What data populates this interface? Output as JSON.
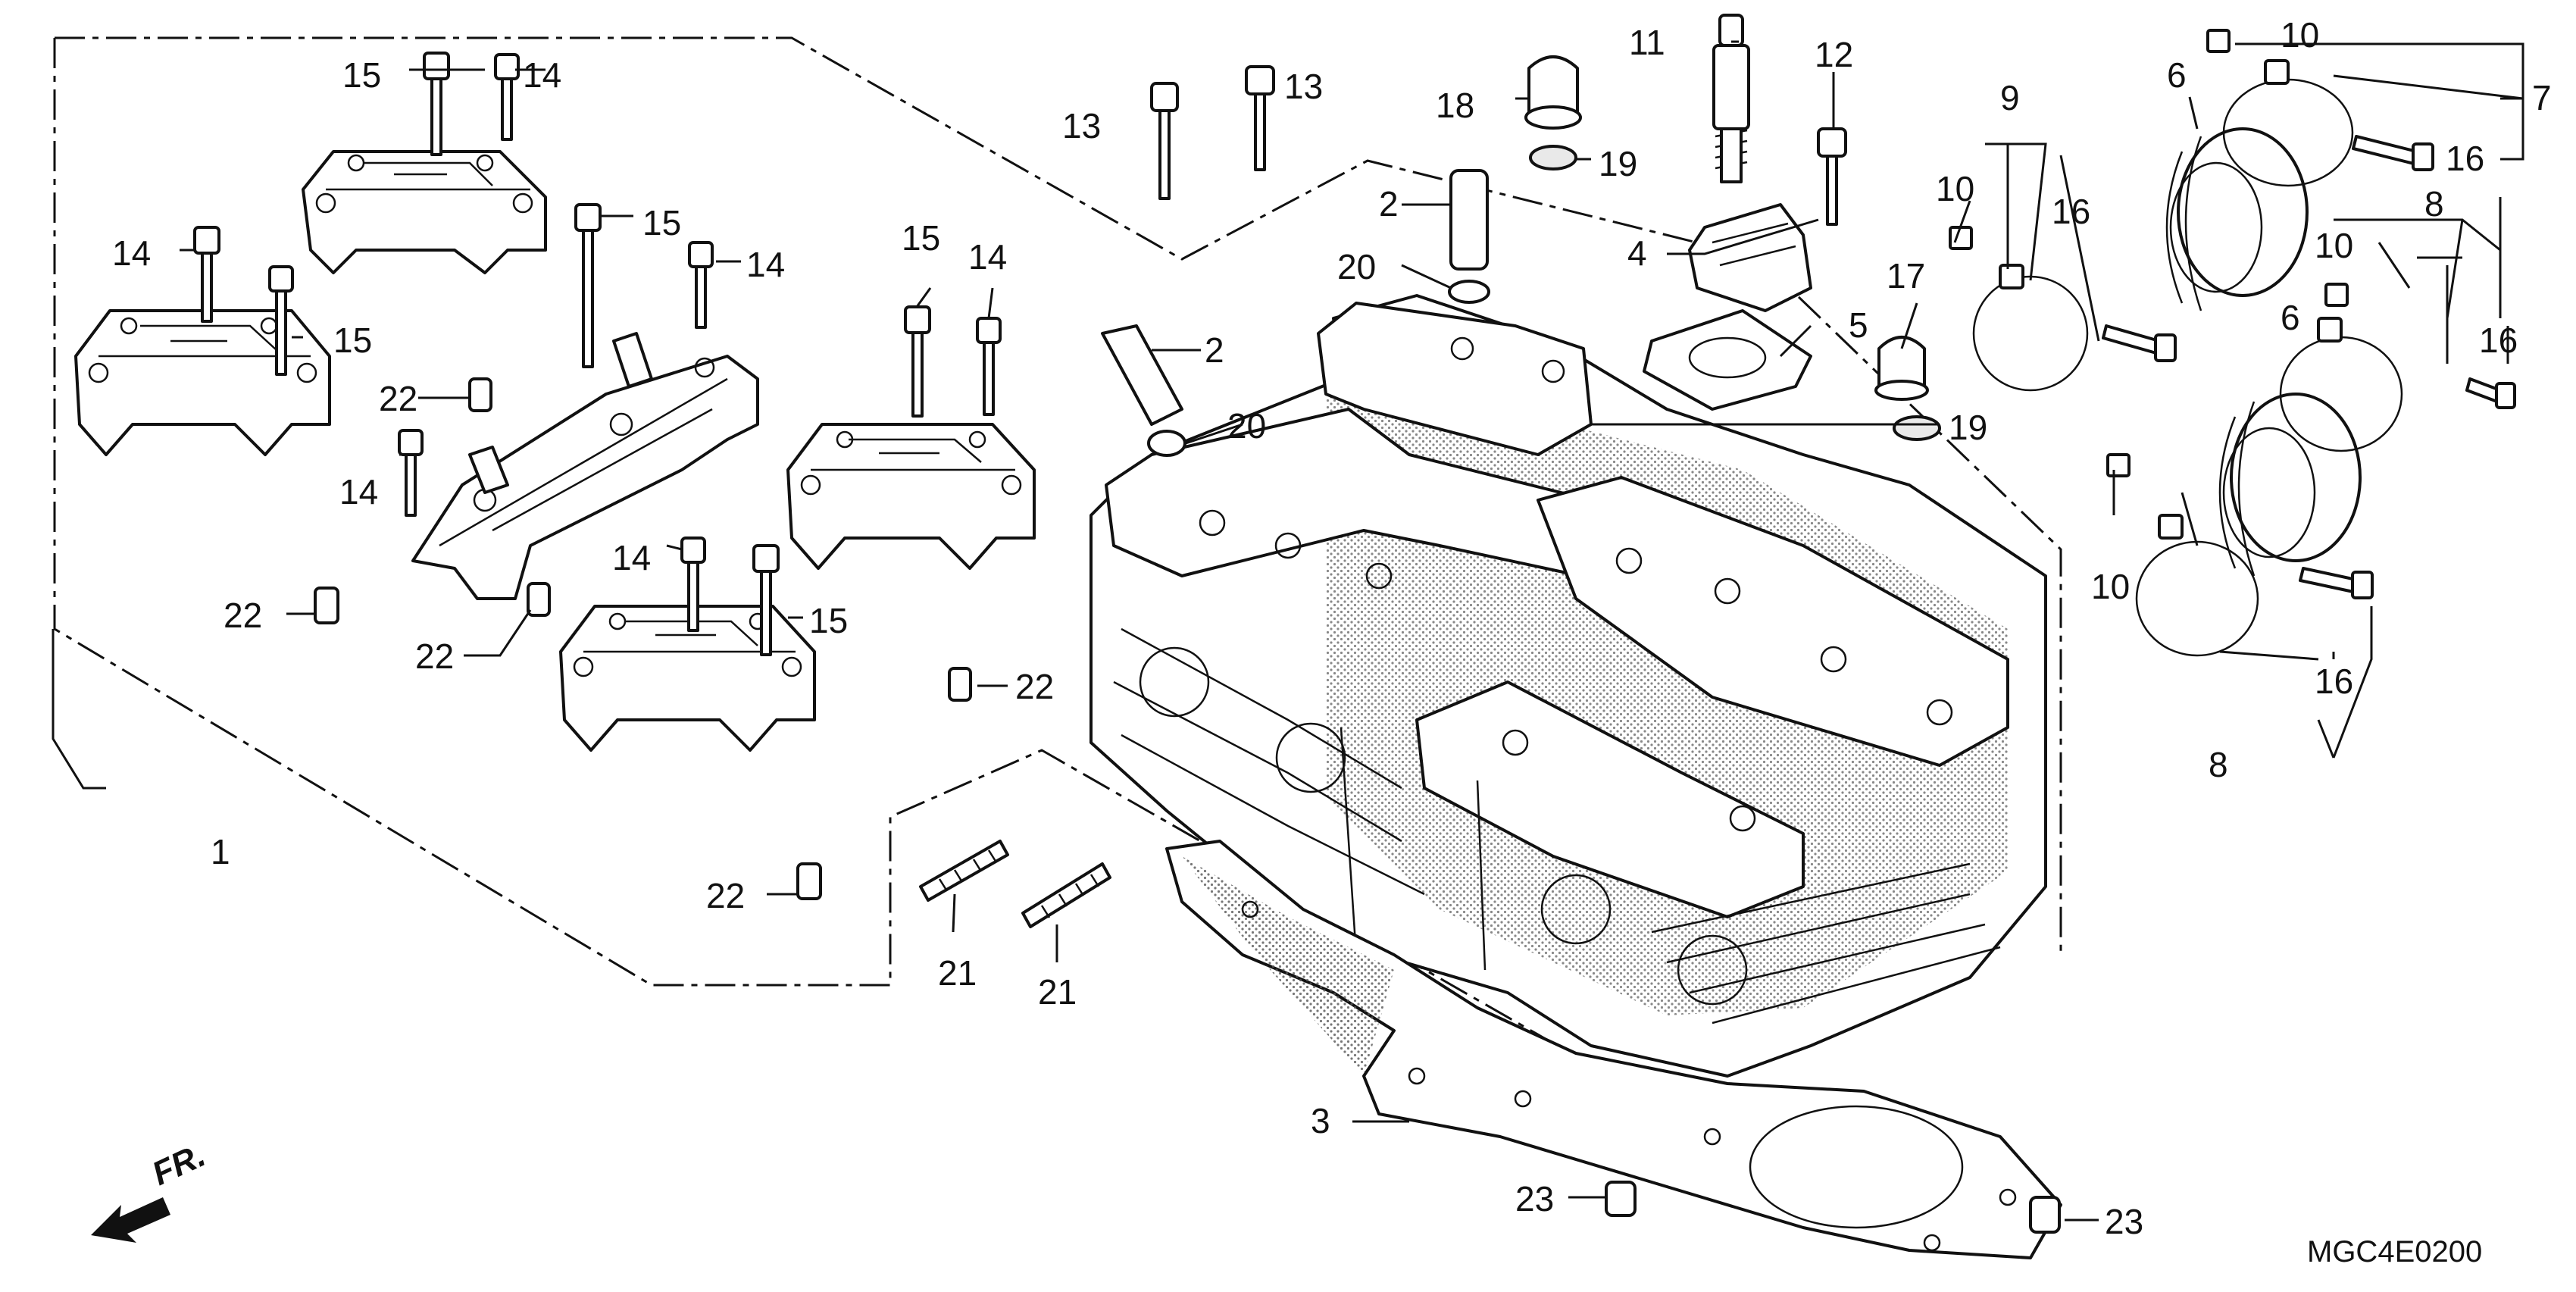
{
  "diagram": {
    "code": "MGC4E0200",
    "front_marker": "FR.",
    "callouts": [
      {
        "id": "c1",
        "label": "1"
      },
      {
        "id": "c2a",
        "label": "2"
      },
      {
        "id": "c2b",
        "label": "2"
      },
      {
        "id": "c3",
        "label": "3"
      },
      {
        "id": "c4",
        "label": "4"
      },
      {
        "id": "c5",
        "label": "5"
      },
      {
        "id": "c6a",
        "label": "6"
      },
      {
        "id": "c6b",
        "label": "6"
      },
      {
        "id": "c7",
        "label": "7"
      },
      {
        "id": "c8a",
        "label": "8"
      },
      {
        "id": "c8b",
        "label": "8"
      },
      {
        "id": "c9",
        "label": "9"
      },
      {
        "id": "c10a",
        "label": "10"
      },
      {
        "id": "c10b",
        "label": "10"
      },
      {
        "id": "c10c",
        "label": "10"
      },
      {
        "id": "c10d",
        "label": "10"
      },
      {
        "id": "c11",
        "label": "11"
      },
      {
        "id": "c12",
        "label": "12"
      },
      {
        "id": "c13a",
        "label": "13"
      },
      {
        "id": "c13b",
        "label": "13"
      },
      {
        "id": "c14a",
        "label": "14"
      },
      {
        "id": "c14b",
        "label": "14"
      },
      {
        "id": "c14c",
        "label": "14"
      },
      {
        "id": "c14d",
        "label": "14"
      },
      {
        "id": "c14e",
        "label": "14"
      },
      {
        "id": "c14f",
        "label": "14"
      },
      {
        "id": "c15a",
        "label": "15"
      },
      {
        "id": "c15b",
        "label": "15"
      },
      {
        "id": "c15c",
        "label": "15"
      },
      {
        "id": "c15d",
        "label": "15"
      },
      {
        "id": "c15e",
        "label": "15"
      },
      {
        "id": "c16a",
        "label": "16"
      },
      {
        "id": "c16b",
        "label": "16"
      },
      {
        "id": "c16c",
        "label": "16"
      },
      {
        "id": "c16d",
        "label": "16"
      },
      {
        "id": "c17",
        "label": "17"
      },
      {
        "id": "c18",
        "label": "18"
      },
      {
        "id": "c19a",
        "label": "19"
      },
      {
        "id": "c19b",
        "label": "19"
      },
      {
        "id": "c20a",
        "label": "20"
      },
      {
        "id": "c20b",
        "label": "20"
      },
      {
        "id": "c21a",
        "label": "21"
      },
      {
        "id": "c21b",
        "label": "21"
      },
      {
        "id": "c22a",
        "label": "22"
      },
      {
        "id": "c22b",
        "label": "22"
      },
      {
        "id": "c22c",
        "label": "22"
      },
      {
        "id": "c22d",
        "label": "22"
      },
      {
        "id": "c22e",
        "label": "22"
      },
      {
        "id": "c23a",
        "label": "23"
      },
      {
        "id": "c23b",
        "label": "23"
      }
    ]
  }
}
